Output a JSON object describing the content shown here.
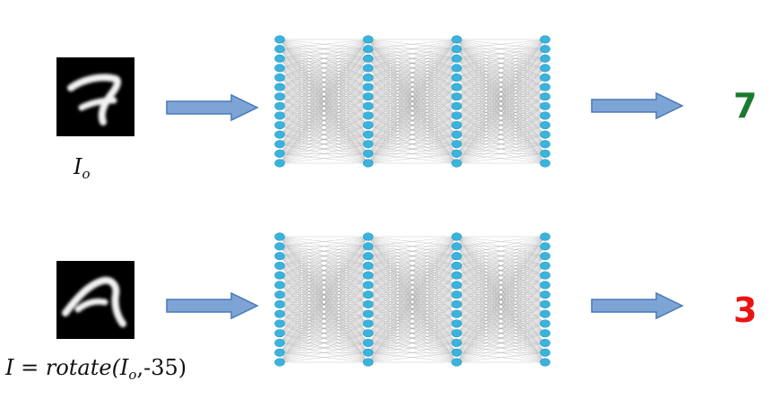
{
  "row_top": {
    "caption_main": "I",
    "caption_sub": "o",
    "prediction": "7",
    "prediction_color": "#1a7a2e"
  },
  "row_bottom": {
    "caption_prefix": "I = rotate(I",
    "caption_sub": "o",
    "caption_suffix": ",-35)",
    "prediction": "3",
    "prediction_color": "#ee1111"
  },
  "network": {
    "layers": 4,
    "neurons_per_layer": 14,
    "neuron_color": "#3bb3dc",
    "edge_color": "#9a9a9a"
  },
  "arrow_color": "#7ea4d6",
  "arrow_stroke": "#4a78b8"
}
